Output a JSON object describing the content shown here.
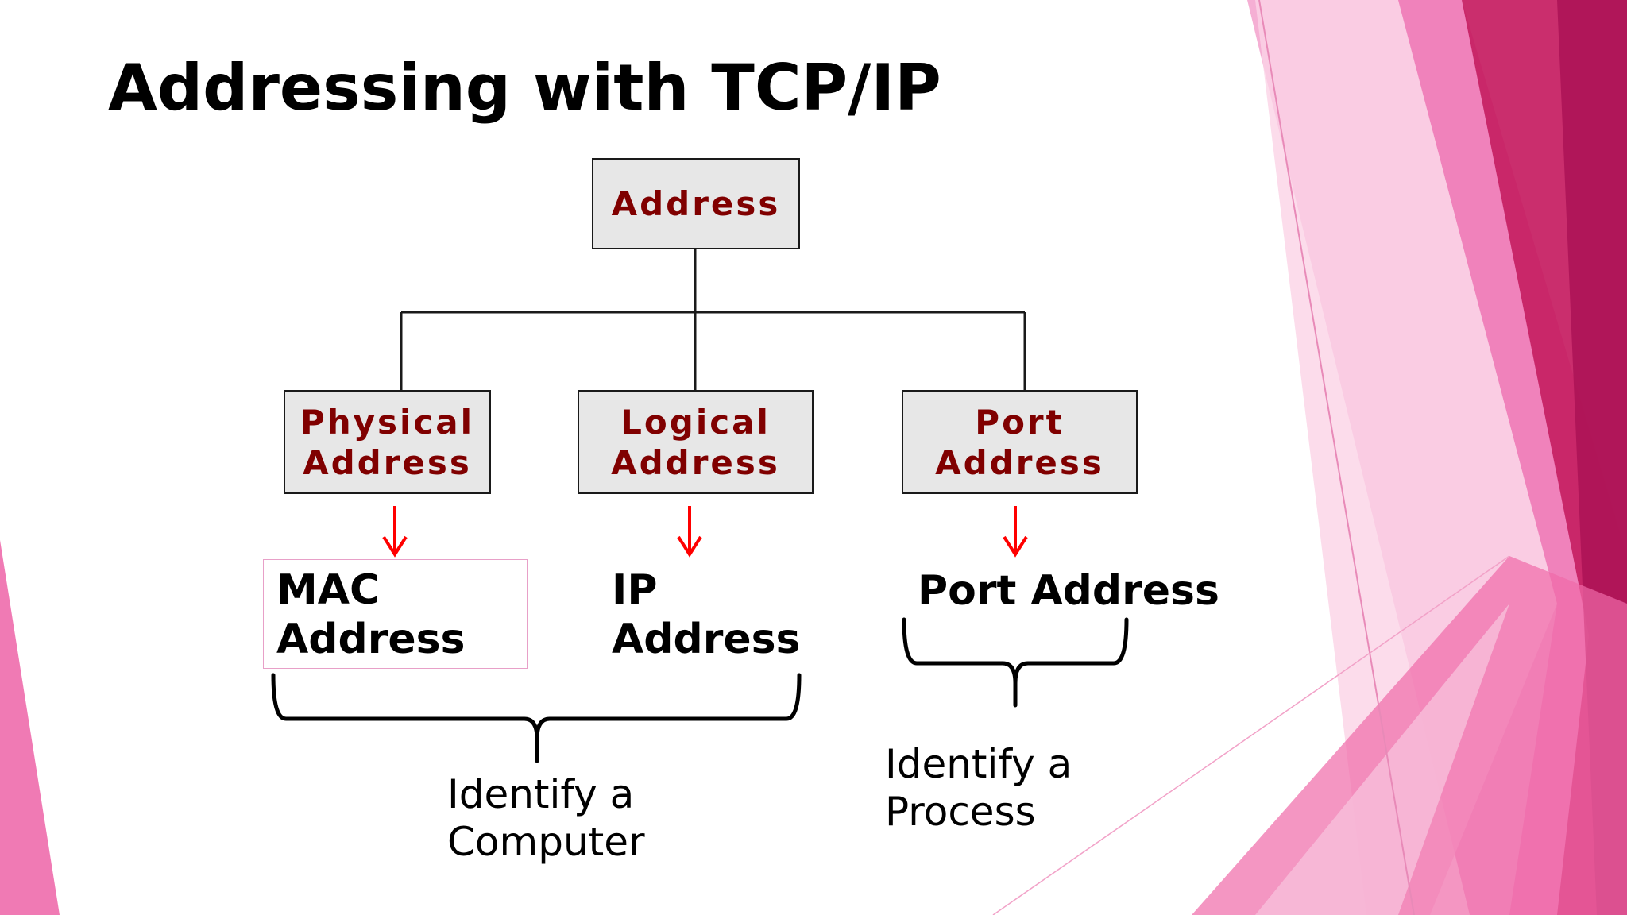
{
  "slide": {
    "title": "Addressing with TCP/IP"
  },
  "diagram": {
    "root": "Address",
    "categories": [
      {
        "line1": "Physical",
        "line2": "Address"
      },
      {
        "line1": "Logical",
        "line2": "Address"
      },
      {
        "line1": "Port",
        "line2": "Address"
      }
    ],
    "results": [
      {
        "line1": "MAC",
        "line2": "Address"
      },
      {
        "line1": "IP",
        "line2": "Address"
      },
      {
        "line1": "Port Address"
      }
    ],
    "notes": [
      {
        "line1": "Identify a",
        "line2": "Computer"
      },
      {
        "line1": "Identify a",
        "line2": "Process"
      }
    ]
  },
  "colors": {
    "box_fill": "#e7e7e7",
    "box_text": "#800000",
    "arrow": "#ff0000",
    "accent_magenta": "#c2185b",
    "accent_pink": "#f48fc6"
  }
}
